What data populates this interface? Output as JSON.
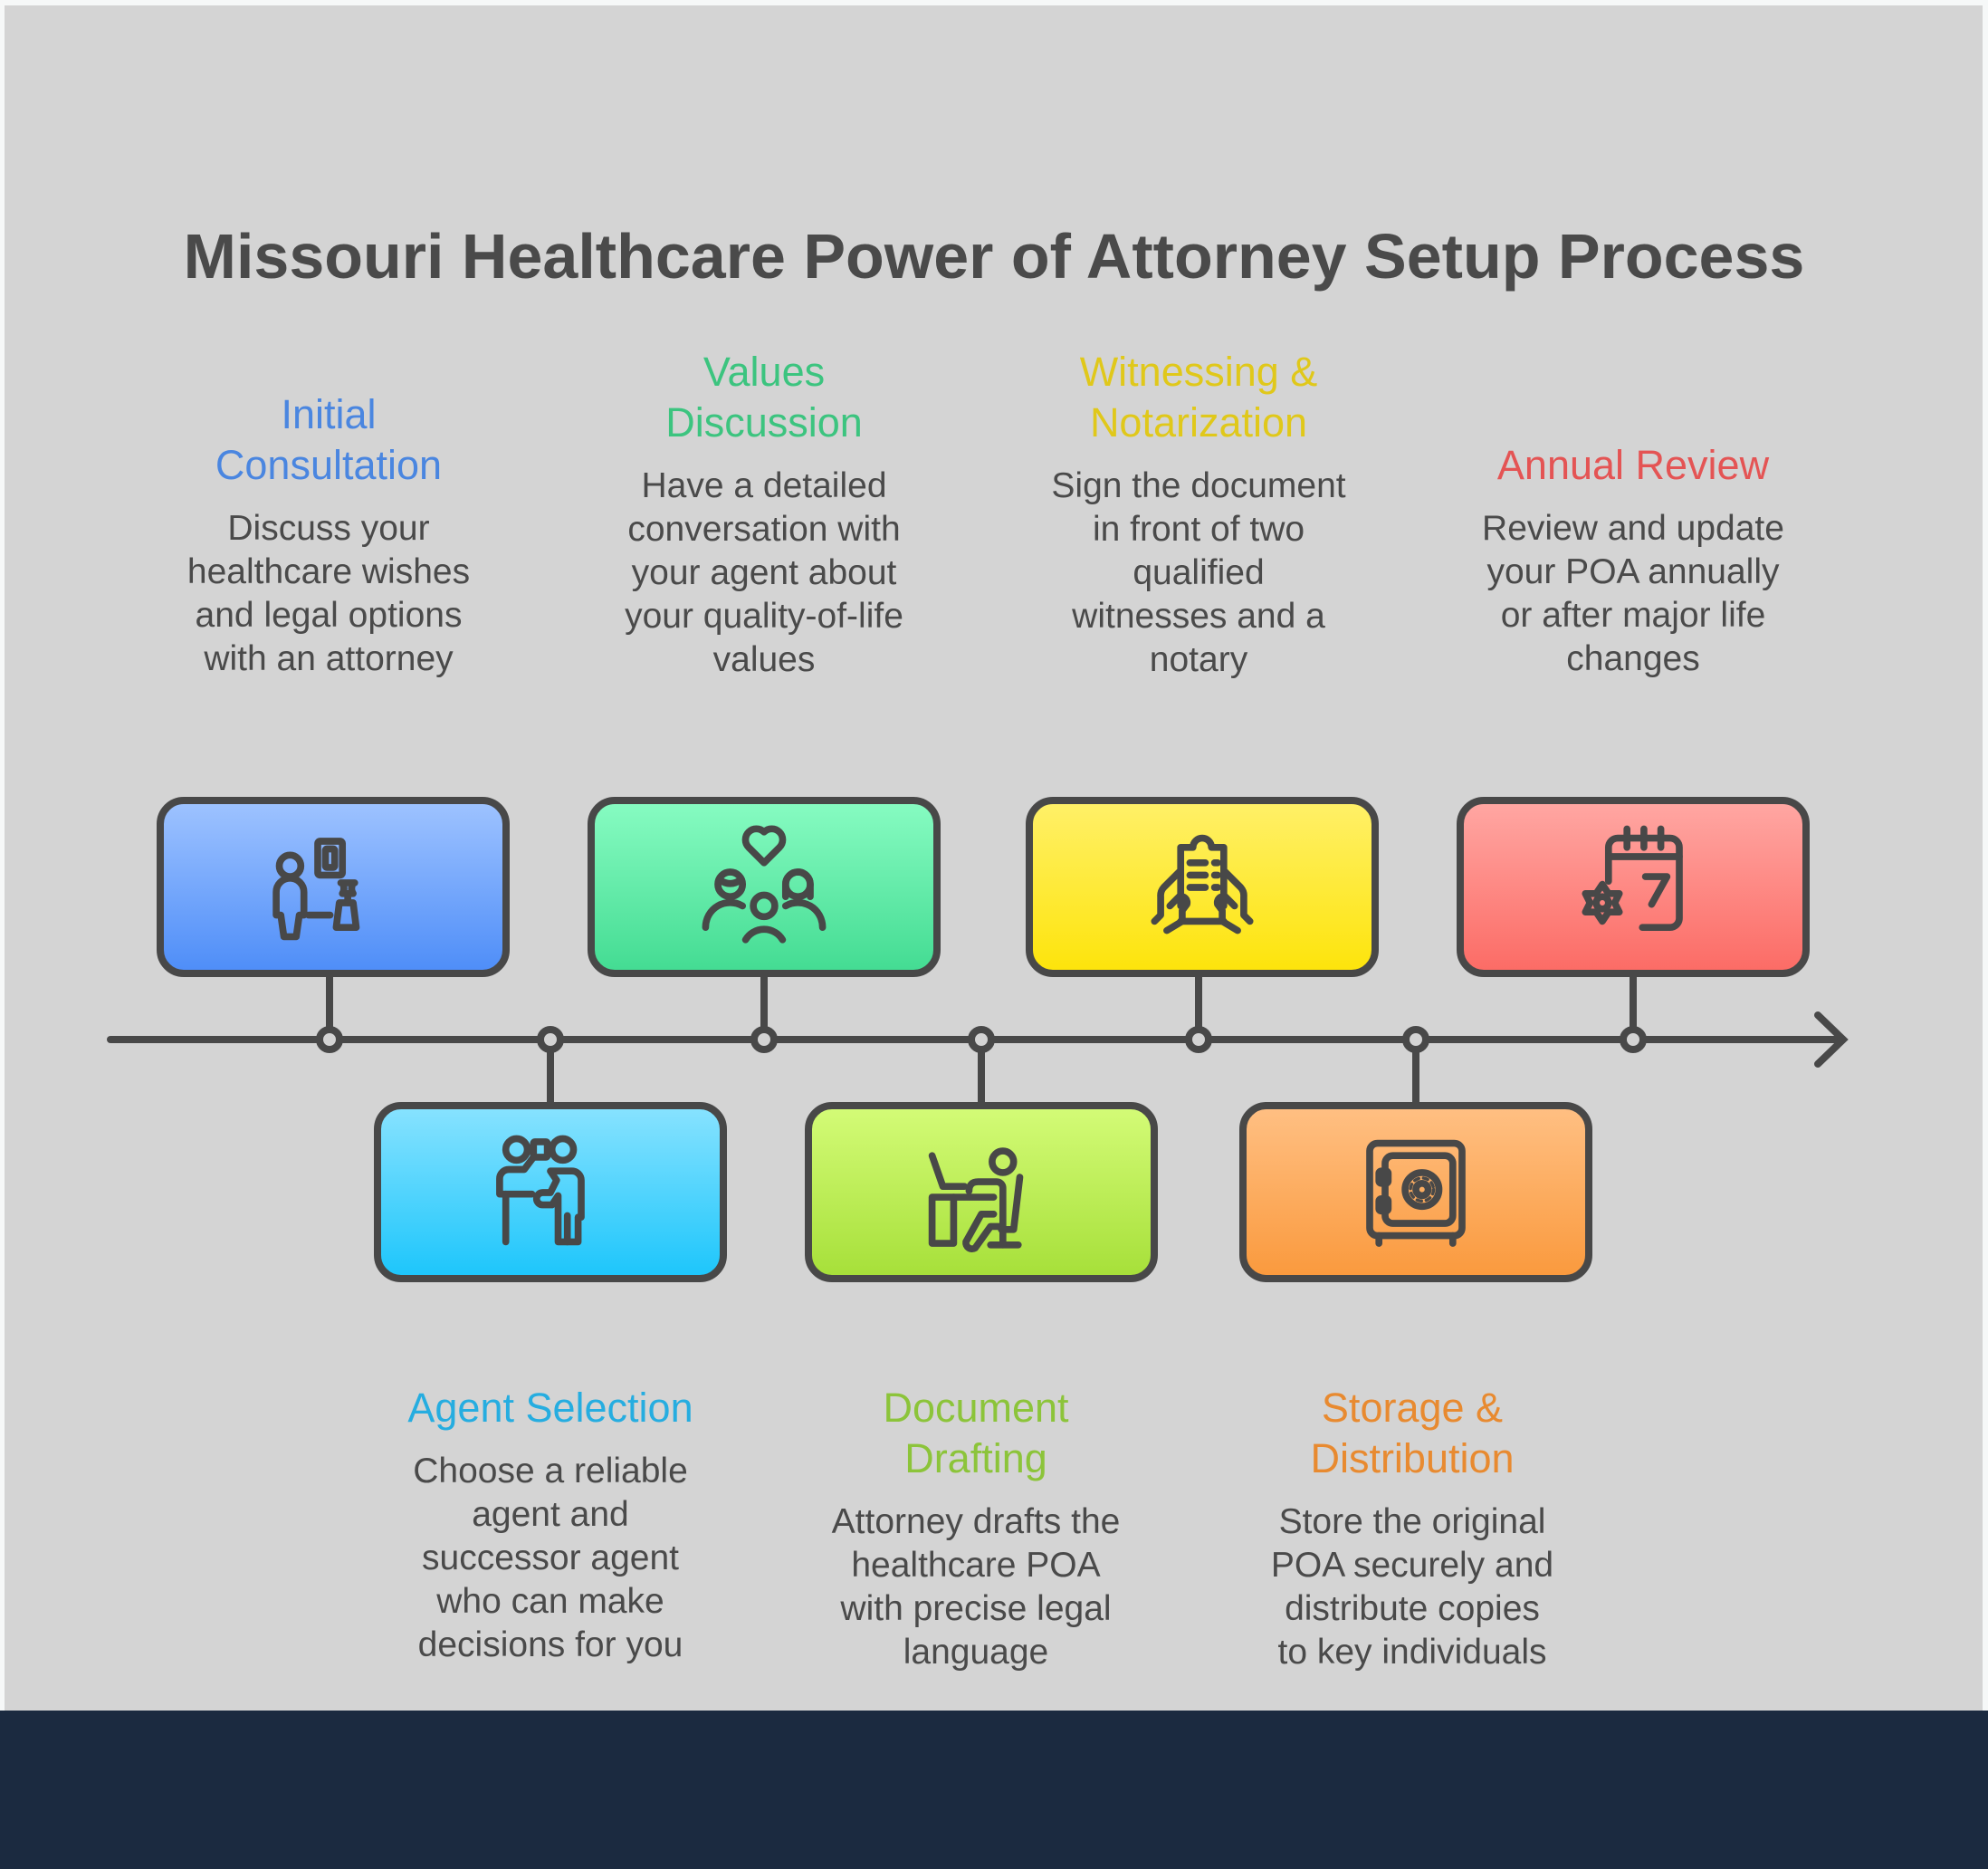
{
  "title": "Missouri Healthcare Power of Attorney Setup Process",
  "colors": {
    "panel_bg": "#d4d4d4",
    "outer_bg": "#f6f8f8",
    "footer_bar": "#1b2a40",
    "text_dark": "#4a4a4a",
    "line": "#484848"
  },
  "timeline": {
    "direction": "left-to-right",
    "arrow_icon": "arrow-right-icon"
  },
  "steps": [
    {
      "order": 1,
      "position": "above",
      "heading": [
        "Initial",
        "Consultation"
      ],
      "description": [
        "Discuss your",
        "healthcare wishes",
        "and legal options",
        "with an attorney"
      ],
      "icon": "consultation-meeting-icon",
      "heading_color": "#4a86e0",
      "card_gradient": [
        "#9dc2ff",
        "#4f8ef8"
      ]
    },
    {
      "order": 2,
      "position": "below",
      "heading": [
        "Agent Selection"
      ],
      "description": [
        "Choose a reliable",
        "agent and",
        "successor agent",
        "who can make",
        "decisions for you"
      ],
      "icon": "agent-selection-people-icon",
      "heading_color": "#26ade0",
      "card_gradient": [
        "#86e2ff",
        "#1ec6fb"
      ]
    },
    {
      "order": 3,
      "position": "above",
      "heading": [
        "Values",
        "Discussion"
      ],
      "description": [
        "Have a detailed",
        "conversation with",
        "your agent about",
        "your quality-of-life",
        "values"
      ],
      "icon": "family-heart-icon",
      "heading_color": "#3cc47f",
      "card_gradient": [
        "#86fbc1",
        "#44dc93"
      ]
    },
    {
      "order": 4,
      "position": "below",
      "heading": [
        "Document",
        "Drafting"
      ],
      "description": [
        "Attorney drafts the",
        "healthcare POA",
        "with precise legal",
        "language"
      ],
      "icon": "person-at-desk-icon",
      "heading_color": "#8cc43a",
      "card_gradient": [
        "#d3fb76",
        "#a7e03a"
      ]
    },
    {
      "order": 5,
      "position": "above",
      "heading": [
        "Witnessing &",
        "Notarization"
      ],
      "description": [
        "Sign the document",
        "in front of two",
        "qualified",
        "witnesses and a",
        "notary"
      ],
      "icon": "hands-holding-document-icon",
      "heading_color": "#e0c81a",
      "card_gradient": [
        "#fff067",
        "#fde40c"
      ]
    },
    {
      "order": 6,
      "position": "below",
      "heading": [
        "Storage &",
        "Distribution"
      ],
      "description": [
        "Store the original",
        "POA securely and",
        "distribute copies",
        "to key individuals"
      ],
      "icon": "safe-vault-icon",
      "heading_color": "#e88a30",
      "card_gradient": [
        "#ffbf82",
        "#fa9a3e"
      ]
    },
    {
      "order": 7,
      "position": "above",
      "heading": [
        "Annual Review"
      ],
      "description": [
        "Review and update",
        "your POA annually",
        "or after major life",
        "changes"
      ],
      "icon": "calendar-gear-icon",
      "heading_color": "#e45454",
      "card_gradient": [
        "#ffa6a2",
        "#fc6c66"
      ]
    }
  ]
}
